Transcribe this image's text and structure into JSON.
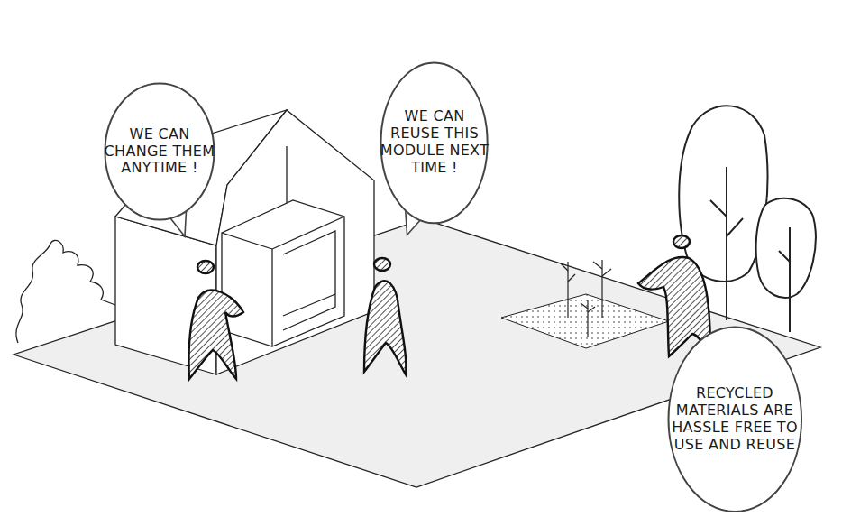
{
  "diagram": {
    "nodes": [
      {
        "text": [
          "WE CAN CHANGE THEM ANYTIME !"
        ]
      },
      {
        "text": [
          "WE CAN REUSE THIS MODULE NEXT TIME !"
        ]
      },
      {
        "text": [
          "RECYCLED MATERIALS ARE HASSLE FREE TO USE AND REUSE"
        ]
      }
    ]
  }
}
